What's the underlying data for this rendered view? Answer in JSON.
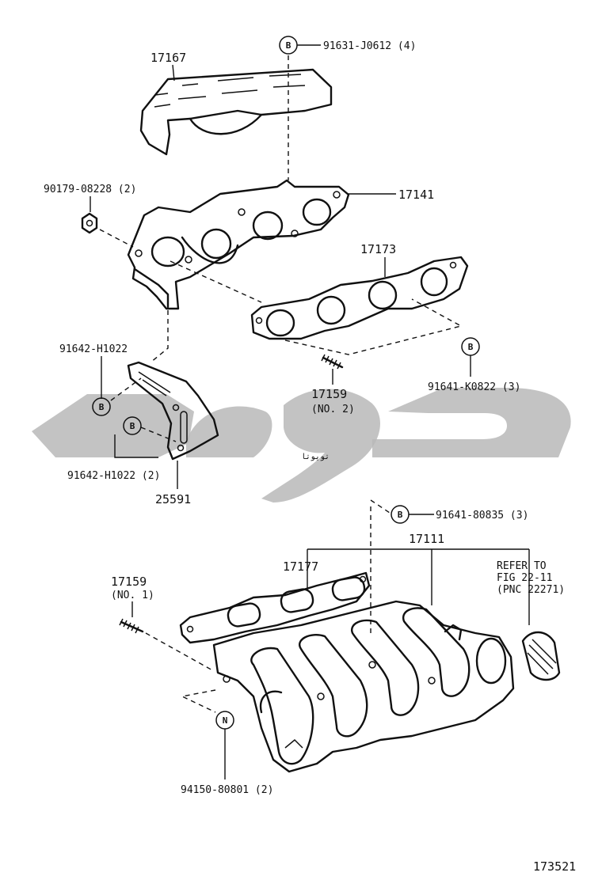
{
  "diagram": {
    "figure_number": "173521",
    "watermark_text": "تویوتا",
    "part_labels": {
      "heat_insulator": "17167",
      "exhaust_manifold": "17141",
      "exhaust_gasket": "17173",
      "stud_no2": "17159",
      "stud_no2_note": "(NO. 2)",
      "stud_no1": "17159",
      "stud_no1_note": "(NO. 1)",
      "intake_manifold": "17111",
      "intake_gasket": "17177",
      "bracket": "25591"
    },
    "fastener_labels": {
      "bolt_insulator": "91631-J0612 (4)",
      "nut_manifold": "90179-08228 (2)",
      "bolt_bracket_upper": "91642-H1022",
      "bolt_bracket_lower": "91642-H1022 (2)",
      "bolt_exhaust_gasket": "91641-K0822 (3)",
      "bolt_intake": "91641-80835 (3)",
      "nut_intake": "94150-80801 (2)"
    },
    "reference_note": [
      "REFER TO",
      "FIG 22-11",
      "(PNC 22271)"
    ],
    "callout_tags": {
      "standard_bolt": "B",
      "nut": "N"
    },
    "colors": {
      "line": "#111111",
      "watermark": "#b9b9b9",
      "background": "#ffffff"
    }
  }
}
